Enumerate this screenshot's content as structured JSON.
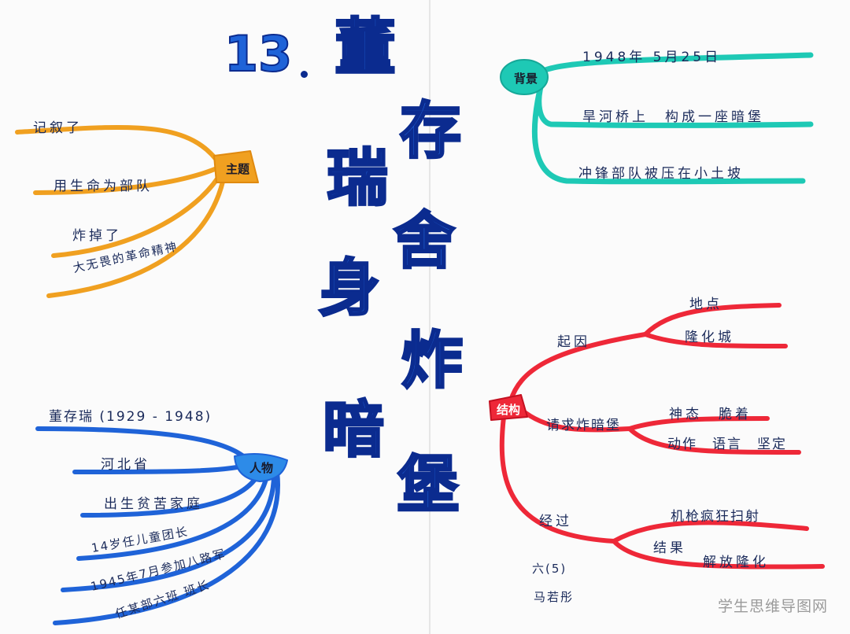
{
  "lesson_number": "13",
  "title": {
    "col1": [
      "董",
      "瑞",
      "身",
      "暗"
    ],
    "col2": [
      "存",
      "舍",
      "炸",
      "堡"
    ]
  },
  "theme": {
    "label": "主题",
    "items": [
      "记叙了",
      "用生命为部队",
      "炸掉了",
      "大无畏的革命精神"
    ]
  },
  "background": {
    "label": "背景",
    "items": [
      "1948年 5月25日",
      "旱河桥上　构成一座暗堡",
      "冲锋部队被压在小土坡"
    ]
  },
  "person": {
    "label": "人物",
    "items": [
      "董存瑞 (1929 - 1948)",
      "河北省",
      "出生贫苦家庭",
      "14岁任儿童团长",
      "1945年7月参加八路军",
      "任某部六班 班长"
    ]
  },
  "structure": {
    "label": "结构",
    "cause": {
      "label": "起因",
      "items": [
        "地点",
        "隆化城"
      ]
    },
    "request": {
      "label": "请求炸暗堡",
      "items": [
        "神态　脆着",
        "动作　语言　坚定"
      ]
    },
    "process": {
      "label": "经过",
      "items": [
        "机枪疯狂扫射",
        "结果",
        "解放隆化"
      ]
    }
  },
  "signature": {
    "class": "六(5)",
    "name": "马若彤"
  },
  "watermark": "学生思维导图网",
  "colors": {
    "blue": "#1f63d8",
    "orange": "#f0a020",
    "teal": "#1ec9b5",
    "red": "#ee2838"
  }
}
